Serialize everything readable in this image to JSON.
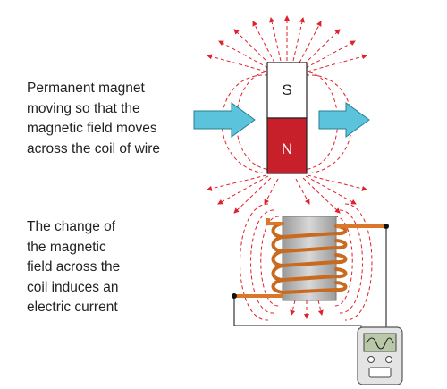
{
  "captions": {
    "magnet_motion": "Permanent magnet\nmoving so that the\nmagnetic field moves\nacross the coil of wire",
    "induction": "The change of\nthe magnetic\nfield across the\ncoil induces an\nelectric current"
  },
  "magnet": {
    "south_label": "S",
    "north_label": "N"
  },
  "colors": {
    "field_lines": "#e0202a",
    "north_pole": "#c8202a",
    "arrow_fill": "#5bc3dc",
    "arrow_stroke": "#2a7d94",
    "wire": "#d9782a",
    "coil_core": "#b8b8b8"
  },
  "icons": {
    "meter": "oscilloscope-meter-icon"
  }
}
